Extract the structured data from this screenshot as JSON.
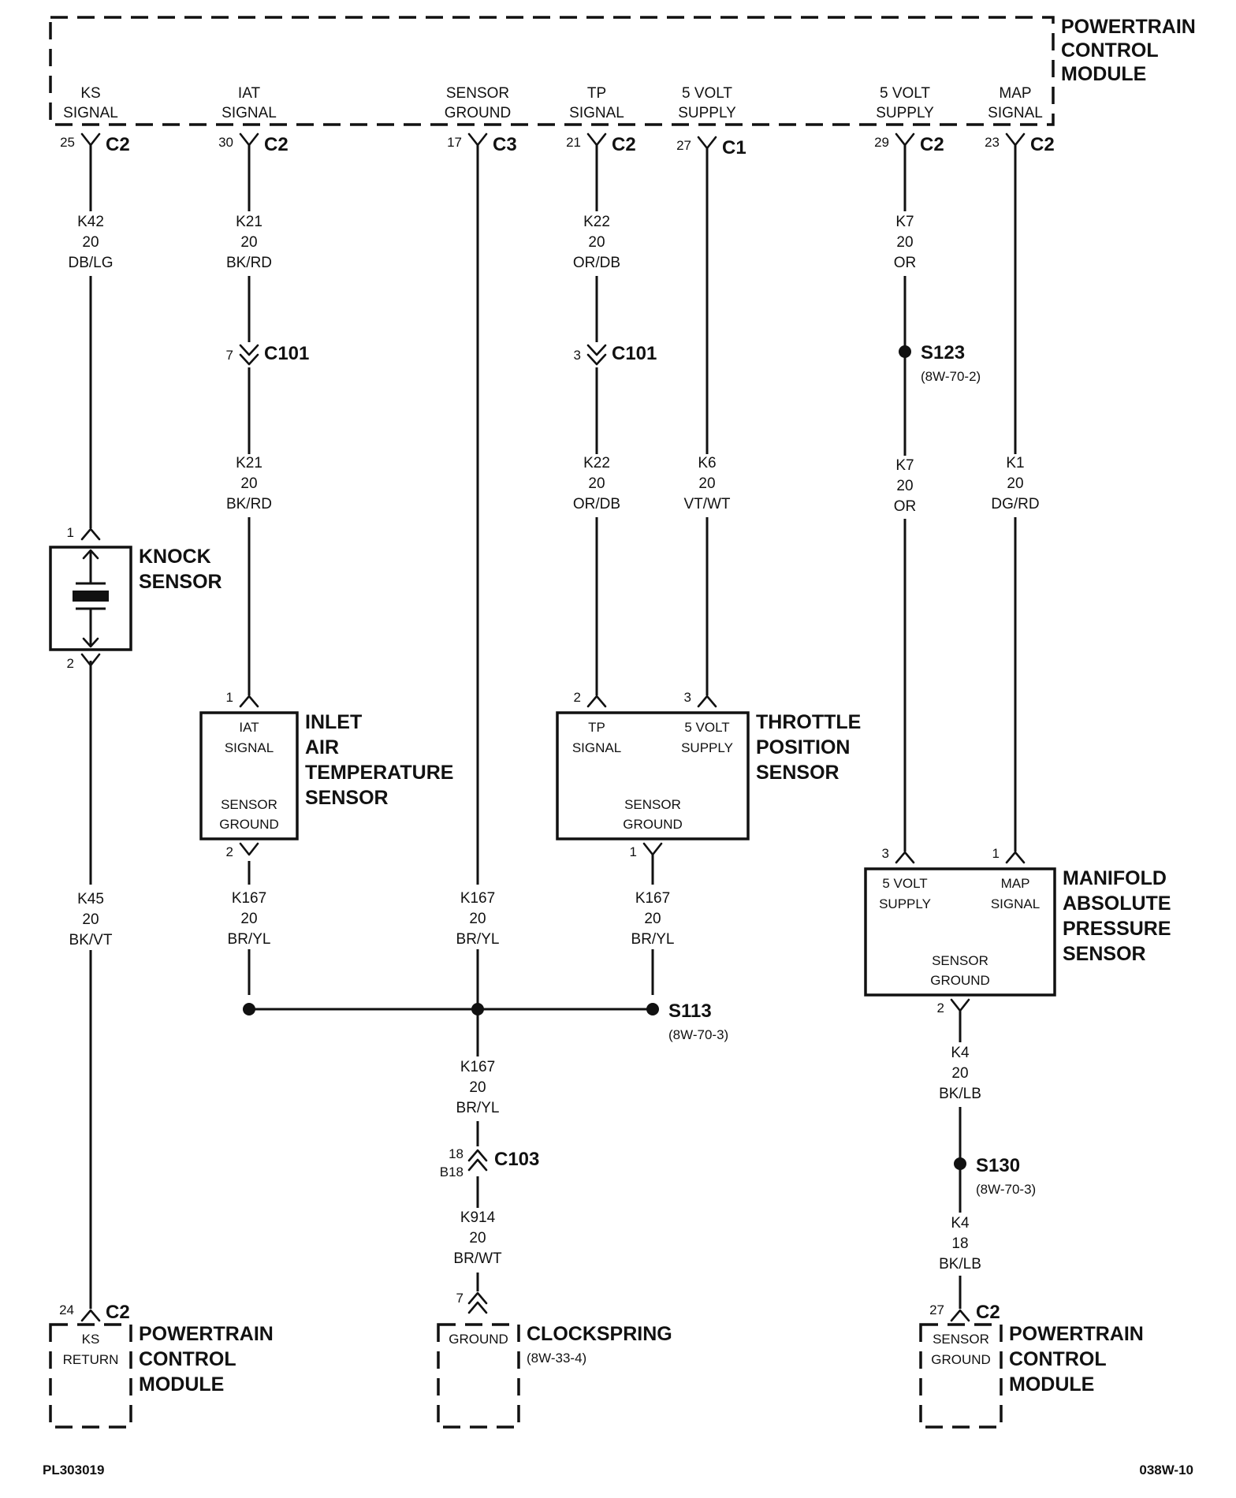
{
  "pcm": {
    "title": [
      "POWERTRAIN",
      "CONTROL",
      "MODULE"
    ]
  },
  "pins": [
    {
      "id": "ks",
      "label": [
        "KS",
        "SIGNAL"
      ],
      "cavity": "25",
      "connector": "C2"
    },
    {
      "id": "iat",
      "label": [
        "IAT",
        "SIGNAL"
      ],
      "cavity": "30",
      "connector": "C2"
    },
    {
      "id": "sg",
      "label": [
        "SENSOR",
        "GROUND"
      ],
      "cavity": "17",
      "connector": "C3"
    },
    {
      "id": "tp",
      "label": [
        "TP",
        "SIGNAL"
      ],
      "cavity": "21",
      "connector": "C2"
    },
    {
      "id": "v5a",
      "label": [
        "5 VOLT",
        "SUPPLY"
      ],
      "cavity": "27",
      "connector": "C1"
    },
    {
      "id": "v5b",
      "label": [
        "5 VOLT",
        "SUPPLY"
      ],
      "cavity": "29",
      "connector": "C2"
    },
    {
      "id": "map",
      "label": [
        "MAP",
        "SIGNAL"
      ],
      "cavity": "23",
      "connector": "C2"
    }
  ],
  "wires": {
    "k42": [
      "K42",
      "20",
      "DB/LG"
    ],
    "k21a": [
      "K21",
      "20",
      "BK/RD"
    ],
    "k21b": [
      "K21",
      "20",
      "BK/RD"
    ],
    "k22a": [
      "K22",
      "20",
      "OR/DB"
    ],
    "k22b": [
      "K22",
      "20",
      "OR/DB"
    ],
    "k6": [
      "K6",
      "20",
      "VT/WT"
    ],
    "k7a": [
      "K7",
      "20",
      "OR"
    ],
    "k7b": [
      "K7",
      "20",
      "OR"
    ],
    "k1": [
      "K1",
      "20",
      "DG/RD"
    ],
    "k45": [
      "K45",
      "20",
      "BK/VT"
    ],
    "k167a": [
      "K167",
      "20",
      "BR/YL"
    ],
    "k167b": [
      "K167",
      "20",
      "BR/YL"
    ],
    "k167c": [
      "K167",
      "20",
      "BR/YL"
    ],
    "k167d": [
      "K167",
      "20",
      "BR/YL"
    ],
    "k914": [
      "K914",
      "20",
      "BR/WT"
    ],
    "k4a": [
      "K4",
      "20",
      "BK/LB"
    ],
    "k4b": [
      "K4",
      "18",
      "BK/LB"
    ]
  },
  "connectors": {
    "c101_iat": {
      "cavity": "7",
      "name": "C101"
    },
    "c101_tp": {
      "cavity": "3",
      "name": "C101"
    },
    "c103": {
      "cavity": "18",
      "cavity2": "B18",
      "name": "C103"
    }
  },
  "splices": {
    "s123": {
      "name": "S123",
      "ref": "(8W-70-2)"
    },
    "s113": {
      "name": "S113",
      "ref": "(8W-70-3)"
    },
    "s130": {
      "name": "S130",
      "ref": "(8W-70-3)"
    }
  },
  "knock": {
    "title": [
      "KNOCK",
      "SENSOR"
    ],
    "pin_top": "1",
    "pin_bottom": "2"
  },
  "iat_sensor": {
    "title": [
      "INLET",
      "AIR",
      "TEMPERATURE",
      "SENSOR"
    ],
    "pin_top": "1",
    "pin_bottom": "2",
    "label_top": [
      "IAT",
      "SIGNAL"
    ],
    "label_bottom": [
      "SENSOR",
      "GROUND"
    ]
  },
  "tp_sensor": {
    "title": [
      "THROTTLE",
      "POSITION",
      "SENSOR"
    ],
    "pin_left": "2",
    "pin_right": "3",
    "pin_bottom": "1",
    "label_left": [
      "TP",
      "SIGNAL"
    ],
    "label_right": [
      "5 VOLT",
      "SUPPLY"
    ],
    "label_bottom": [
      "SENSOR",
      "GROUND"
    ]
  },
  "map_sensor": {
    "title": [
      "MANIFOLD",
      "ABSOLUTE",
      "PRESSURE",
      "SENSOR"
    ],
    "pin_left": "3",
    "pin_right": "1",
    "pin_bottom": "2",
    "label_left": [
      "5 VOLT",
      "SUPPLY"
    ],
    "label_right": [
      "MAP",
      "SIGNAL"
    ],
    "label_bottom": [
      "SENSOR",
      "GROUND"
    ]
  },
  "bottom": {
    "ks_return": {
      "cavity": "24",
      "connector": "C2",
      "label": [
        "KS",
        "RETURN"
      ],
      "title": [
        "POWERTRAIN",
        "CONTROL",
        "MODULE"
      ]
    },
    "clockspring": {
      "cavity": "7",
      "label": [
        "GROUND"
      ],
      "title": [
        "CLOCKSPRING"
      ],
      "ref": "(8W-33-4)"
    },
    "pcm_ground": {
      "cavity": "27",
      "connector": "C2",
      "label": [
        "SENSOR",
        "GROUND"
      ],
      "title": [
        "POWERTRAIN",
        "CONTROL",
        "MODULE"
      ]
    }
  },
  "footer": {
    "left": "PL303019",
    "right": "038W-10"
  }
}
